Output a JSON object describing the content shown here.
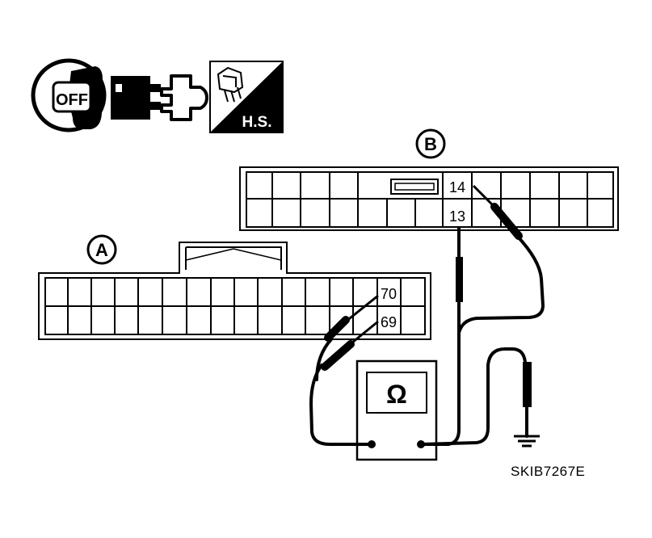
{
  "icons": {
    "ignition": {
      "name": "ignition-key-off-icon",
      "text": "OFF"
    },
    "connector": {
      "name": "connector-disconnect-icon"
    },
    "harness": {
      "name": "harness-side-icon",
      "text": "H.S."
    }
  },
  "connectors": {
    "a": {
      "label": "A",
      "upper_pin": "70",
      "lower_pin": "69"
    },
    "b": {
      "label": "B",
      "upper_pin": "14",
      "lower_pin": "13"
    }
  },
  "meter": {
    "symbol": "Ω",
    "name": "ohmmeter"
  },
  "figure_code": "SKIB7267E",
  "colors": {
    "ink": "#000000",
    "paper": "#ffffff"
  }
}
